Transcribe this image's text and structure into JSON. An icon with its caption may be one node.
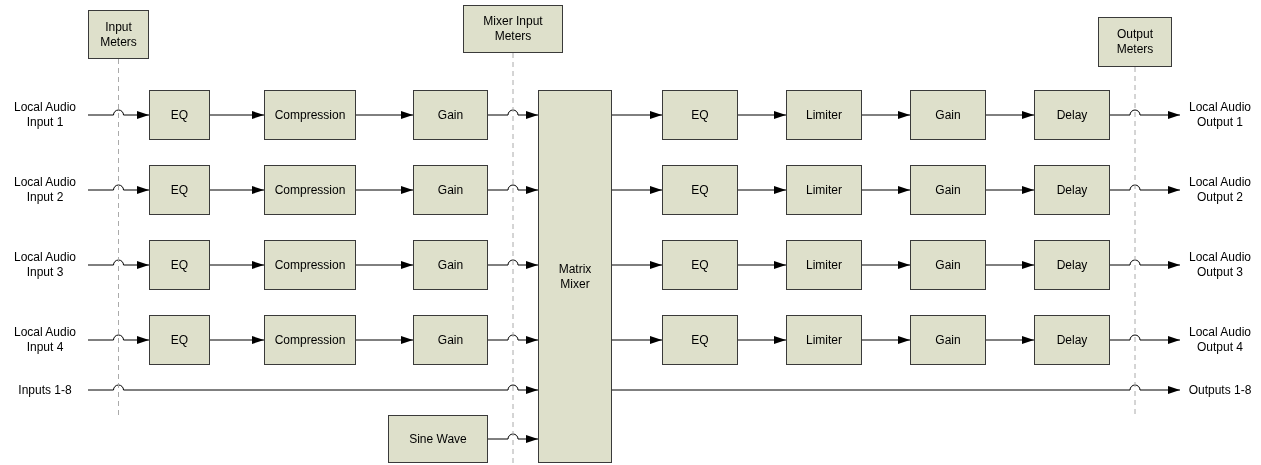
{
  "diagram": {
    "nodes": [
      {
        "text": [
          "Input Meters"
        ]
      },
      {
        "text": [
          "Mixer Input Meters"
        ]
      },
      {
        "text": [
          "Output Meters"
        ]
      },
      {
        "text": [
          "Matrix Mixer"
        ]
      },
      {
        "text": [
          "Local Audio Input 1"
        ]
      },
      {
        "text": [
          "EQ"
        ]
      },
      {
        "text": [
          "Compression"
        ]
      },
      {
        "text": [
          "Gain"
        ]
      },
      {
        "text": [
          "EQ"
        ]
      },
      {
        "text": [
          "Limiter"
        ]
      },
      {
        "text": [
          "Gain"
        ]
      },
      {
        "text": [
          "Delay"
        ]
      },
      {
        "text": [
          "Local Audio Output 1"
        ]
      },
      {
        "text": [
          "Local Audio Input 2"
        ]
      },
      {
        "text": [
          "EQ"
        ]
      },
      {
        "text": [
          "Compression"
        ]
      },
      {
        "text": [
          "Gain"
        ]
      },
      {
        "text": [
          "EQ"
        ]
      },
      {
        "text": [
          "Limiter"
        ]
      },
      {
        "text": [
          "Gain"
        ]
      },
      {
        "text": [
          "Delay"
        ]
      },
      {
        "text": [
          "Local Audio Output 2"
        ]
      },
      {
        "text": [
          "Local Audio Input 3"
        ]
      },
      {
        "text": [
          "EQ"
        ]
      },
      {
        "text": [
          "Compression"
        ]
      },
      {
        "text": [
          "Gain"
        ]
      },
      {
        "text": [
          "EQ"
        ]
      },
      {
        "text": [
          "Limiter"
        ]
      },
      {
        "text": [
          "Gain"
        ]
      },
      {
        "text": [
          "Delay"
        ]
      },
      {
        "text": [
          "Local Audio Output 3"
        ]
      },
      {
        "text": [
          "Local Audio Input 4"
        ]
      },
      {
        "text": [
          "EQ"
        ]
      },
      {
        "text": [
          "Compression"
        ]
      },
      {
        "text": [
          "Gain"
        ]
      },
      {
        "text": [
          "EQ"
        ]
      },
      {
        "text": [
          "Limiter"
        ]
      },
      {
        "text": [
          "Gain"
        ]
      },
      {
        "text": [
          "Delay"
        ]
      },
      {
        "text": [
          "Local Audio Output 4"
        ]
      },
      {
        "text": [
          "Inputs 1-8"
        ]
      },
      {
        "text": [
          "Outputs 1-8"
        ]
      },
      {
        "text": [
          "Sine Wave"
        ]
      }
    ],
    "edges": [
      {
        "from": 4,
        "to": 5,
        "arrow": "to"
      },
      {
        "from": 5,
        "to": 6,
        "arrow": "to"
      },
      {
        "from": 6,
        "to": 7,
        "arrow": "to"
      },
      {
        "from": 7,
        "to": 3,
        "arrow": "to"
      },
      {
        "from": 3,
        "to": 8,
        "arrow": "to"
      },
      {
        "from": 8,
        "to": 9,
        "arrow": "to"
      },
      {
        "from": 9,
        "to": 10,
        "arrow": "to"
      },
      {
        "from": 10,
        "to": 11,
        "arrow": "to"
      },
      {
        "from": 11,
        "to": 12,
        "arrow": "to"
      },
      {
        "from": 13,
        "to": 14,
        "arrow": "to"
      },
      {
        "from": 14,
        "to": 15,
        "arrow": "to"
      },
      {
        "from": 15,
        "to": 16,
        "arrow": "to"
      },
      {
        "from": 16,
        "to": 3,
        "arrow": "to"
      },
      {
        "from": 3,
        "to": 17,
        "arrow": "to"
      },
      {
        "from": 17,
        "to": 18,
        "arrow": "to"
      },
      {
        "from": 18,
        "to": 19,
        "arrow": "to"
      },
      {
        "from": 19,
        "to": 20,
        "arrow": "to"
      },
      {
        "from": 20,
        "to": 21,
        "arrow": "to"
      },
      {
        "from": 22,
        "to": 23,
        "arrow": "to"
      },
      {
        "from": 23,
        "to": 24,
        "arrow": "to"
      },
      {
        "from": 24,
        "to": 25,
        "arrow": "to"
      },
      {
        "from": 25,
        "to": 3,
        "arrow": "to"
      },
      {
        "from": 3,
        "to": 26,
        "arrow": "to"
      },
      {
        "from": 26,
        "to": 27,
        "arrow": "to"
      },
      {
        "from": 27,
        "to": 28,
        "arrow": "to"
      },
      {
        "from": 28,
        "to": 29,
        "arrow": "to"
      },
      {
        "from": 29,
        "to": 30,
        "arrow": "to"
      },
      {
        "from": 31,
        "to": 32,
        "arrow": "to"
      },
      {
        "from": 32,
        "to": 33,
        "arrow": "to"
      },
      {
        "from": 33,
        "to": 34,
        "arrow": "to"
      },
      {
        "from": 34,
        "to": 3,
        "arrow": "to"
      },
      {
        "from": 3,
        "to": 35,
        "arrow": "to"
      },
      {
        "from": 35,
        "to": 36,
        "arrow": "to"
      },
      {
        "from": 36,
        "to": 37,
        "arrow": "to"
      },
      {
        "from": 37,
        "to": 38,
        "arrow": "to"
      },
      {
        "from": 38,
        "to": 39,
        "arrow": "to"
      },
      {
        "from": 40,
        "to": 3,
        "arrow": "to"
      },
      {
        "from": 3,
        "to": 41,
        "arrow": "to"
      },
      {
        "from": 42,
        "to": 3,
        "arrow": "to"
      },
      {
        "from": 0,
        "to": null,
        "arrow": "none",
        "style": "dashed",
        "color": "#aaaaaa"
      },
      {
        "from": 1,
        "to": null,
        "arrow": "none",
        "style": "dashed",
        "color": "#aaaaaa"
      },
      {
        "from": 2,
        "to": null,
        "arrow": "none",
        "style": "dashed",
        "color": "#aaaaaa"
      }
    ]
  }
}
